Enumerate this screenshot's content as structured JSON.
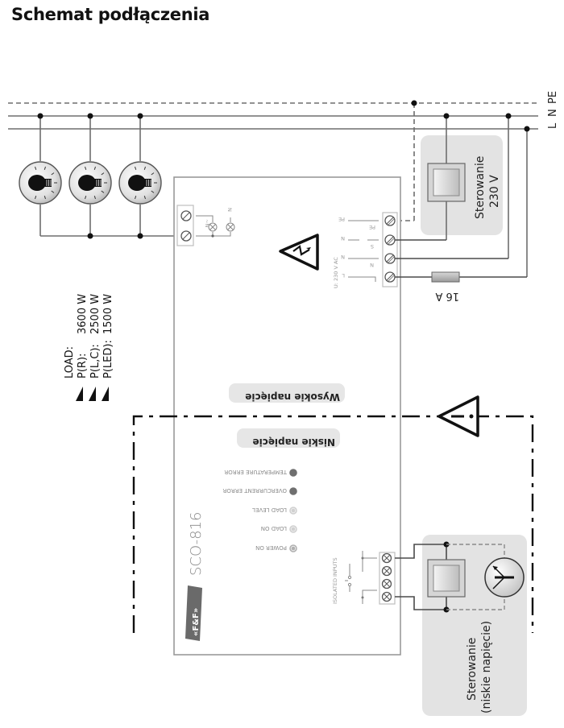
{
  "title": "Schemat podłączenia",
  "supply_lines": {
    "labels": [
      "L",
      "N",
      "PE"
    ]
  },
  "load": {
    "heading": "LOAD:",
    "rows": [
      {
        "label": "P(R):",
        "value": "3600 W"
      },
      {
        "label": "P(L,C):",
        "value": "2500 W"
      },
      {
        "label": "P(LED):",
        "value": "1500 W"
      }
    ]
  },
  "lamps": {
    "count": 3,
    "icon": "light-bulb-icon"
  },
  "control_230v": {
    "line1": "Sterowanie",
    "line2": "230 V"
  },
  "control_low_voltage": {
    "line1": "Sterowanie",
    "line2": "(niskie napięcie)"
  },
  "fuse": {
    "label": "16 A"
  },
  "device": {
    "model": "SCO-816",
    "brand": "«F&F»",
    "supply_label": "U: 230 V AC",
    "mains_terminals": [
      "PE",
      "S",
      "N",
      "L"
    ],
    "mains_labels": [
      "PE",
      "N",
      "N",
      "L"
    ],
    "output_labels": [
      "~N",
      "N"
    ],
    "isolated_inputs_label": "ISOLATED INPUTS",
    "high_voltage_label": "Wysokie napięcie",
    "low_voltage_label": "Niskie napięcie",
    "leds": [
      {
        "label": "TEMPERATURE ERROR",
        "color": "#6f6f6f",
        "filled": true
      },
      {
        "label": "OVERCURRENT ERROR",
        "color": "#6f6f6f",
        "filled": true
      },
      {
        "label": "LOAD LEVEL",
        "color": "#d0d0d0",
        "filled": false
      },
      {
        "label": "LOAD ON",
        "color": "#d0d0d0",
        "filled": false
      },
      {
        "label": "POWER ON",
        "color": "#b0b0b0",
        "filled": false
      }
    ]
  },
  "colors": {
    "panel_bg": "#e3e3e3",
    "wire": "#6e6e6e",
    "frame": "#111111",
    "brand_bg": "#6a6a6a"
  }
}
